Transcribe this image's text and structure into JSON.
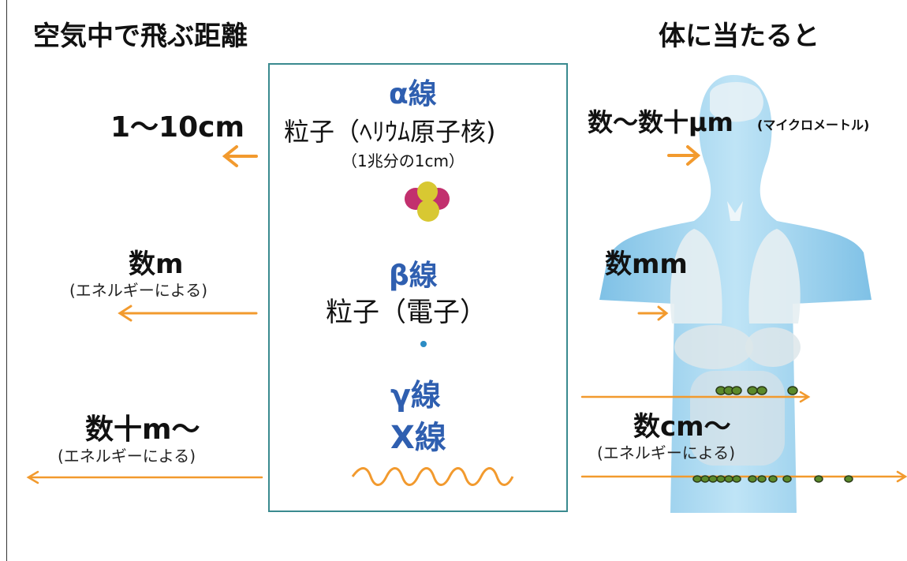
{
  "headers": {
    "left": "空気中で飛ぶ距離",
    "right": "体に当たると"
  },
  "alpha": {
    "name": "α線",
    "particle": "粒子（ﾍﾘｳﾑ原子核)",
    "size": "（1兆分の1cm）",
    "air_distance": "1～10cm",
    "body_distance": "数～数十μm",
    "body_unit_note": "(マイクロメートル)"
  },
  "beta": {
    "name": "β線",
    "particle": "粒子（電子）",
    "air_distance": "数m",
    "air_note": "(エネルギーによる)",
    "body_distance": "数mm"
  },
  "gamma": {
    "name": "γ線",
    "name2": "X線",
    "air_distance": "数十m～",
    "air_note": "(エネルギーによる)",
    "body_distance": "数cm～",
    "body_note": "(エネルギーによる)"
  },
  "colors": {
    "arrow": "#f29a2e",
    "ray_label": "#2f5fb0",
    "box_border": "#3a8a8f",
    "body": "#9fd3ef",
    "alpha_red": "#c2306e",
    "alpha_yellow": "#d8c832",
    "electron": "#2b8cc4",
    "neutralize_dots": "#5b8a2a"
  }
}
